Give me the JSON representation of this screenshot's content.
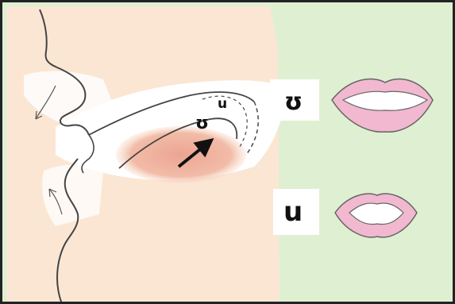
{
  "labels": {
    "tongue_upsilon": "ʊ",
    "tongue_u": "u",
    "lips_upsilon": "ʊ",
    "lips_u": "u"
  },
  "colors": {
    "background_green": "#dff0d2",
    "skin": "#fbe6d4",
    "cavity_white": "#ffffff",
    "tongue_highlight": "#eeb0a0",
    "lip_pink": "#f1b8d0",
    "lip_outline": "#555555",
    "outline": "#444444",
    "frame": "#222222"
  },
  "icons": {
    "movement_arrow": "arrow-up-right-icon",
    "airflow_nose": "arrow-down-left-icon",
    "airflow_mouth": "arrow-up-left-icon"
  }
}
